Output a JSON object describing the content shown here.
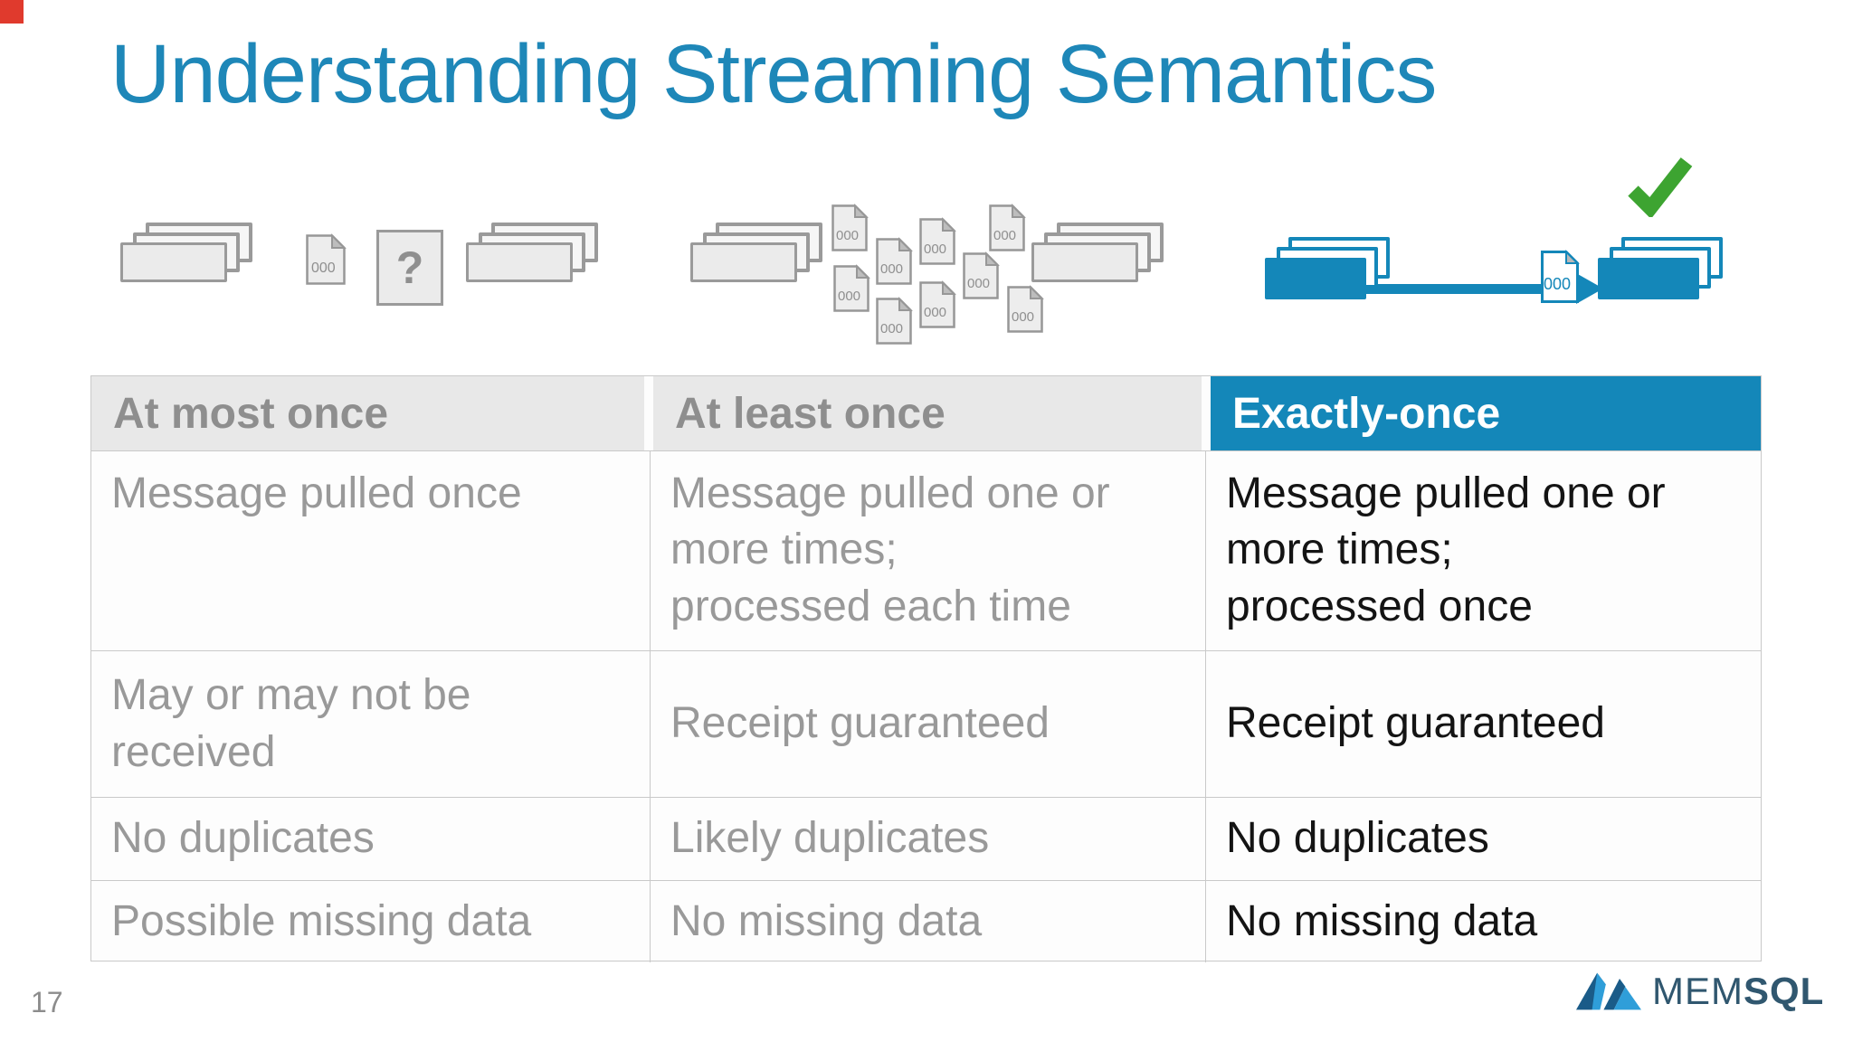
{
  "slide": {
    "title": "Understanding Streaming Semantics"
  },
  "icons": {
    "doc_label": "000",
    "question_mark": "?",
    "check_mark": "green-check"
  },
  "table": {
    "headers": [
      {
        "label": "At most once"
      },
      {
        "label": "At least once"
      },
      {
        "label": "Exactly-once"
      }
    ],
    "rows": [
      [
        "Message pulled once",
        "Message pulled one or more times;\nprocessed each time",
        "Message pulled one or more times;\nprocessed once"
      ],
      [
        "May or may not be received",
        "Receipt guaranteed",
        "Receipt guaranteed"
      ],
      [
        "No duplicates",
        "Likely duplicates",
        "No duplicates"
      ],
      [
        "Possible missing data",
        "No missing data",
        "No missing data"
      ]
    ]
  },
  "footer": {
    "page_number": "17",
    "logo_mem": "MEM",
    "logo_sql": "SQL"
  },
  "colors": {
    "accent_blue": "#1487b9",
    "title_blue": "#1e87b8",
    "check_green": "#3da431",
    "header_gray_bg": "#e8e8e8",
    "muted_text": "#999999",
    "dark_text": "#141414",
    "logo_navy": "#30576f",
    "logo_dark_blue": "#1a5b88",
    "logo_light_blue": "#2f9ed9"
  }
}
